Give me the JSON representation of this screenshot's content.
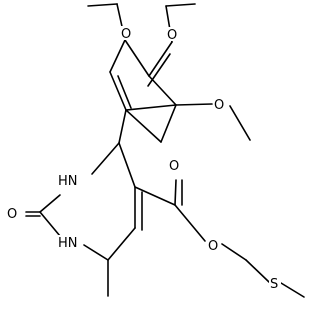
{
  "molecule": {
    "atoms": [
      {
        "id": "o_meo_top_left",
        "text": "O"
      },
      {
        "id": "o_meo_top_right",
        "text": "O"
      },
      {
        "id": "o_meo_right",
        "text": "O"
      },
      {
        "id": "nh_upper",
        "text": "HN"
      },
      {
        "id": "o_carbonyl_ring",
        "text": "O"
      },
      {
        "id": "nh_lower",
        "text": "HN"
      },
      {
        "id": "o_ester_carbonyl",
        "text": "O"
      },
      {
        "id": "o_ester_ether",
        "text": "O"
      },
      {
        "id": "s_thioether",
        "text": "S"
      }
    ]
  }
}
